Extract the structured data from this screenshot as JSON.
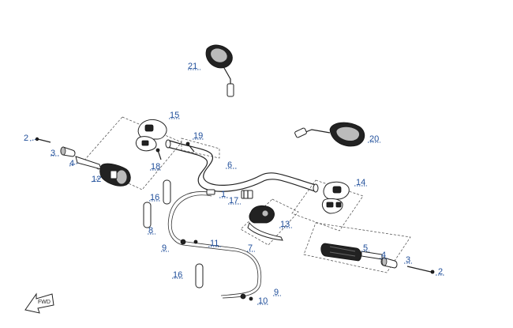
{
  "diagram": {
    "labels": {
      "l2a": "2",
      "l3a": "3",
      "l4a": "4",
      "l12": "12",
      "l15": "15",
      "l18": "18",
      "l19": "19",
      "l21": "21",
      "l20": "20",
      "l6": "6",
      "l14": "14",
      "l1": "1",
      "l17": "17",
      "l13": "13",
      "l7": "7",
      "l16a": "16",
      "l8": "8",
      "l9a": "9",
      "l11": "11",
      "l16b": "16",
      "l9b": "9",
      "l10": "10",
      "l5": "5",
      "l4b": "4",
      "l3b": "3",
      "l2b": "2"
    },
    "callout_color": "#1f4e9a",
    "front_arrow_text": "FWD"
  }
}
